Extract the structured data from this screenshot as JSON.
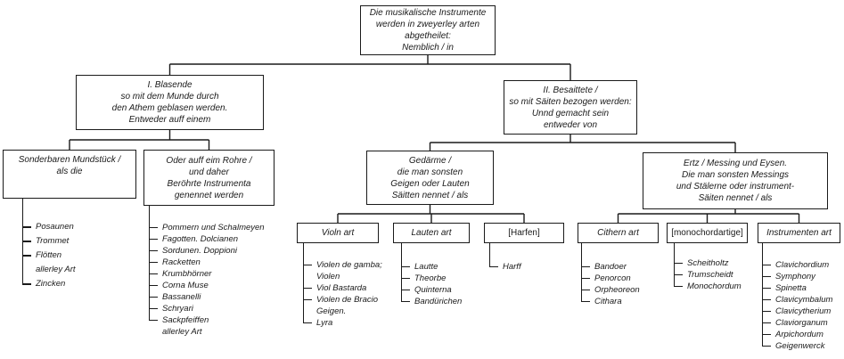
{
  "diagram": {
    "root": "Die musikalische Instrumente\nwerden in zweyerley arten\nabgetheilet:\nNemblich / in",
    "branches": {
      "blasende": {
        "label": "I. Blasende\nso mit dem Munde durch\nden Athem geblasen werden.\nEntweder auff einem",
        "children": {
          "mundstueck": {
            "label": "Sonderbaren Mundstück /\nals die",
            "items": [
              "Posaunen",
              "Trommet",
              "Flötten\nallerley Art",
              "Zincken"
            ]
          },
          "rohr": {
            "label": "Oder auff eim Rohre /\nund daher\nBeröhrte Instrumenta\ngenennet werden",
            "items": [
              "Pommern und Schalmeyen",
              "Fagotten. Dolcianen",
              "Sordunen. Doppioni",
              "Racketten",
              "Krumbhörner",
              "Corna Muse",
              "Bassanelli",
              "Schryari",
              "Sackpfeiffen\nallerley Art"
            ]
          }
        }
      },
      "besaittete": {
        "label": "II. Besaittete /\nso mit Säiten bezogen werden:\nUnnd gemacht sein\nentweder von",
        "children": {
          "gedaerme": {
            "label": "Gedärme /\ndie man sonsten\nGeigen oder Lauten\nSäitten nennet / als",
            "groups": {
              "violn": {
                "label": "Violn art",
                "items": [
                  "Violen de gamba;\nViolen",
                  "Viol Bastarda",
                  "Violen de Bracio\nGeigen.",
                  "Lyra"
                ]
              },
              "lauten": {
                "label": "Lauten art",
                "items": [
                  "Lautte",
                  "Theorbe",
                  "Quinterna",
                  "Bandürichen"
                ]
              },
              "harfen": {
                "label": "[Harfen]",
                "items": [
                  "Harff"
                ]
              }
            }
          },
          "ertz": {
            "label": "Ertz / Messing und Eysen.\nDie man sonsten Messings\nund Stälerne oder instrument-\nSäiten nennet / als",
            "groups": {
              "cithern": {
                "label": "Cithern art",
                "items": [
                  "Bandoer",
                  "Penorcon",
                  "Orpheoreon",
                  "Cithara"
                ]
              },
              "monochord": {
                "label": "[monochordartige]",
                "items": [
                  "Scheitholtz",
                  "Trumscheidt",
                  "Monochordum"
                ]
              },
              "instrumenten": {
                "label": "Instrumenten art",
                "items": [
                  "Clavichordium",
                  "Symphony",
                  "Spinetta",
                  "Clavicymbalum",
                  "Clavicytherium",
                  "Claviorganum",
                  "Arpichordum",
                  "Geigenwerck"
                ]
              }
            }
          }
        }
      }
    },
    "line_color": "#1a1a1a"
  }
}
